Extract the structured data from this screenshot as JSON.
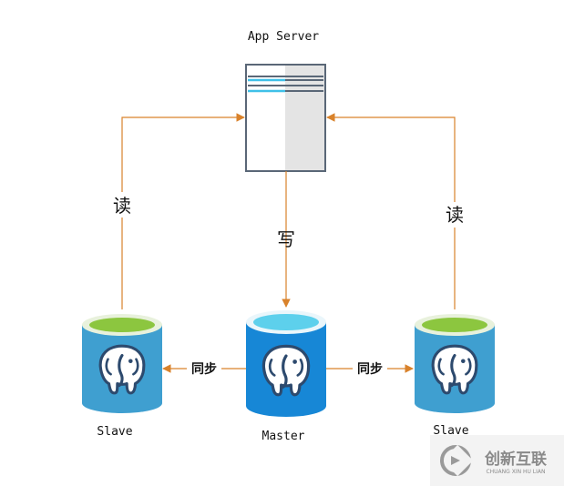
{
  "nodes": {
    "app_server": {
      "label": "App Server"
    },
    "master": {
      "label": "Master"
    },
    "slave_left": {
      "label": "Slave"
    },
    "slave_right": {
      "label": "Slave"
    }
  },
  "edges": {
    "write": {
      "label": "写"
    },
    "read_left": {
      "label": "读"
    },
    "read_right": {
      "label": "读"
    },
    "sync_left": {
      "label": "同步"
    },
    "sync_right": {
      "label": "同步"
    }
  },
  "watermark": {
    "text": "创新互联",
    "subtext": "CHUANG XIN HU LIAN"
  },
  "colors": {
    "arrow": "#d9822b",
    "server_border": "#5a6777",
    "server_shade": "#e4e4e4",
    "server_line_dark": "#5a6777",
    "server_line_light": "#3fc0e8",
    "master_body": "#1787d6",
    "master_top": "#5dd0ec",
    "slave_body": "#3f9fd0",
    "slave_top": "#8cc63f",
    "elephant": "#ffffff",
    "elephant_outline": "#2d4a6e"
  }
}
